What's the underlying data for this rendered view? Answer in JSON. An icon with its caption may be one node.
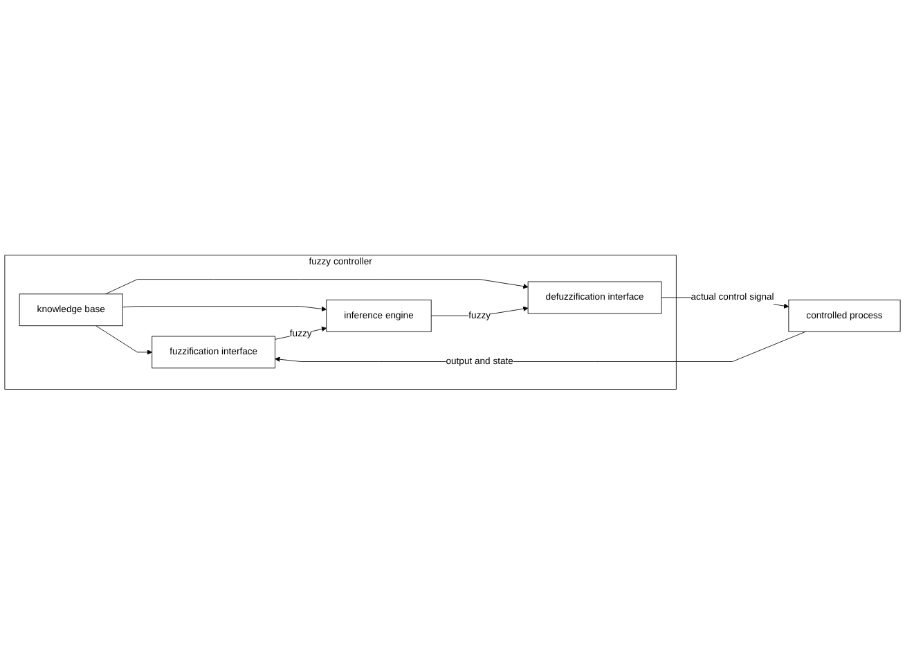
{
  "diagram": {
    "nodes": [
      {
        "text": [
          "fuzzy controller"
        ]
      },
      {
        "text": [
          "knowledge base"
        ],
        "in": 0
      },
      {
        "text": [
          "fuzzification interface"
        ],
        "in": 0
      },
      {
        "text": [
          "inference engine"
        ],
        "in": 0
      },
      {
        "text": [
          "defuzzification interface"
        ],
        "in": 0
      },
      {
        "text": [
          "controlled process"
        ]
      }
    ],
    "edges": [
      {
        "from": 1,
        "to": 2,
        "arrow": "to"
      },
      {
        "from": 1,
        "to": 4,
        "arrow": "to"
      },
      {
        "from": 1,
        "to": 3,
        "arrow": "to"
      },
      {
        "from": 2,
        "to": 3,
        "arrow": "to",
        "label": "fuzzy"
      },
      {
        "from": 3,
        "to": 4,
        "arrow": "to",
        "label": "fuzzy"
      },
      {
        "from": 4,
        "to": 5,
        "arrow": "to",
        "label": "actual control signal"
      },
      {
        "from": 5,
        "to": 2,
        "arrow": "to",
        "label": "output and state"
      }
    ]
  }
}
